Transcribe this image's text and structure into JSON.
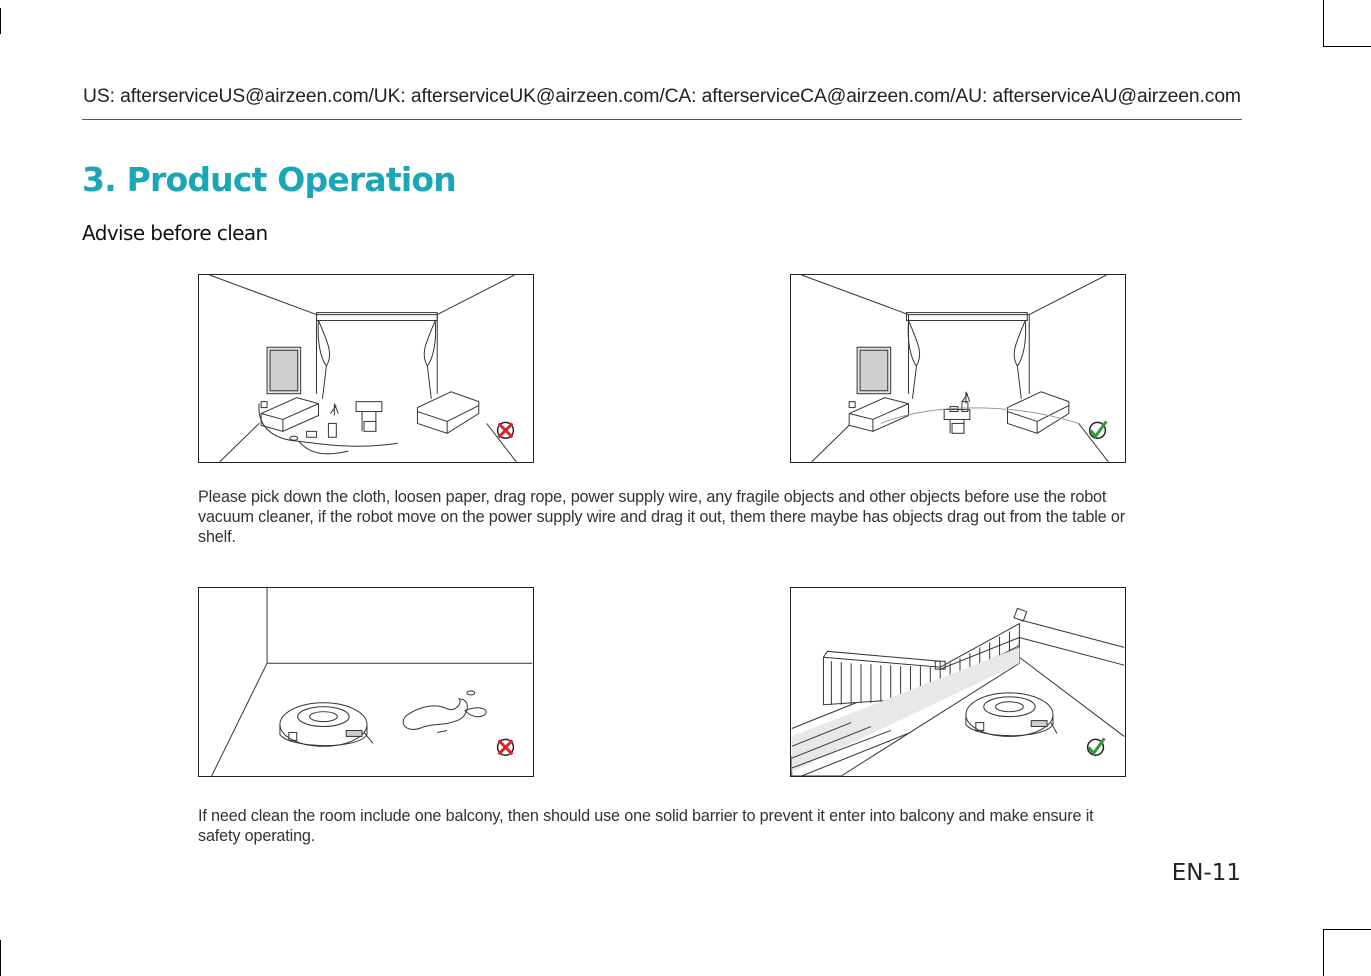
{
  "header": {
    "contacts": "US: afterserviceUS@airzeen.com/UK: afterserviceUK@airzeen.com/CA: afterserviceCA@airzeen.com/AU: afterserviceAU@airzeen.com"
  },
  "section": {
    "title": "3. Product Operation",
    "subtitle": "Advise before clean"
  },
  "illustrations": [
    {
      "scene": "cluttered-room",
      "status": "incorrect"
    },
    {
      "scene": "tidy-room",
      "status": "correct"
    },
    {
      "scene": "room-with-liquid-spill",
      "status": "incorrect"
    },
    {
      "scene": "balcony-with-barrier",
      "status": "correct"
    }
  ],
  "paragraphs": {
    "p1": "Please pick down the cloth, loosen paper, drag rope, power supply wire, any fragile objects and other objects before use the robot vacuum cleaner, if the robot move on the power supply wire and drag it out, them there maybe has objects drag out from the table or shelf.",
    "p2": "If need clean the room include one balcony, then should use one solid barrier to prevent it enter into balcony and make ensure it safety operating."
  },
  "footer": {
    "page_number": "EN-11"
  },
  "colors": {
    "accent": "#1aa6b7",
    "incorrect": "#d9232d",
    "correct": "#2e9a3c"
  }
}
